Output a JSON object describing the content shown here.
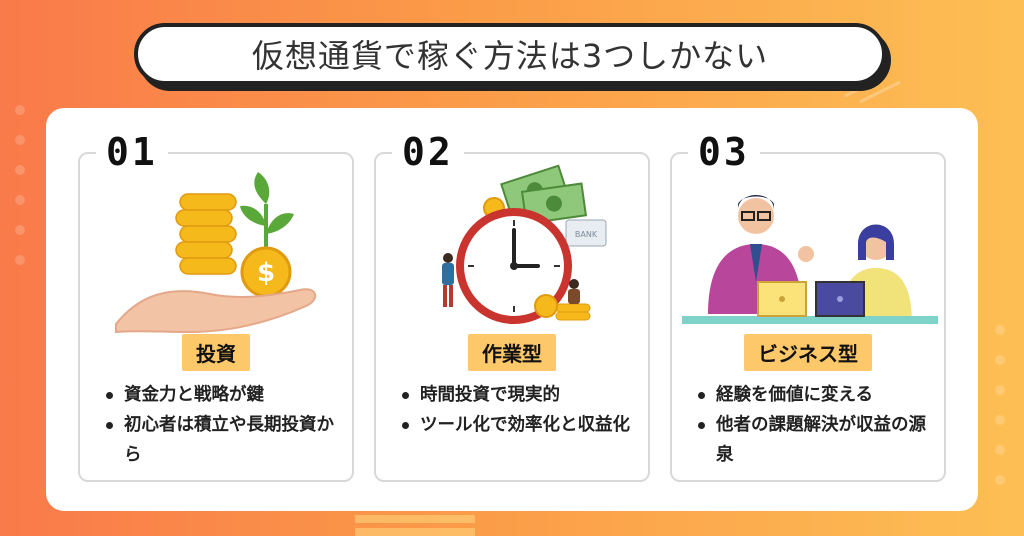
{
  "title": "仮想通貨で稼ぐ方法は3つしかない",
  "cards": [
    {
      "number": "01",
      "label": "投資",
      "illustration": "hand-coins-plant-icon",
      "bullets": [
        "資金力と戦略が鍵",
        "初心者は積立や長期投資から"
      ]
    },
    {
      "number": "02",
      "label": "作業型",
      "illustration": "clock-money-workers-icon",
      "bullets": [
        "時間投資で現実的",
        "ツール化で効率化と収益化"
      ]
    },
    {
      "number": "03",
      "label": "ビジネス型",
      "illustration": "business-people-laptop-icon",
      "bullets": [
        "経験を価値に変える",
        "他者の課題解決が収益の源泉"
      ]
    }
  ],
  "illustration_text": {
    "bank_card": "BANK"
  },
  "colors": {
    "background_left": "#f97a4a",
    "background_right": "#fdbf54",
    "label_bg": "#fdc86a",
    "coin": "#f6b91c",
    "leaf": "#5aa83a"
  }
}
